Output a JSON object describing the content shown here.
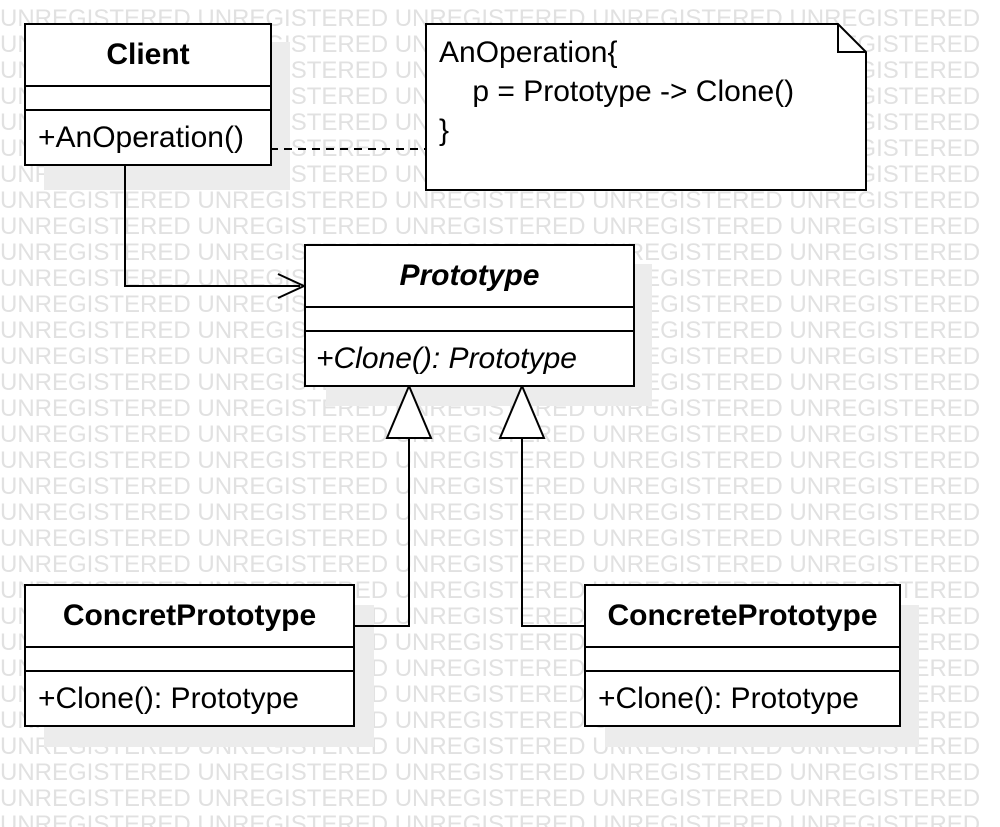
{
  "watermark": {
    "text": "UNREGISTERED UNREGISTERED UNREGISTERED UNREGISTERED UNREGISTERED"
  },
  "classes": {
    "client": {
      "name": "Client",
      "operation": "+AnOperation()"
    },
    "prototype": {
      "name": "Prototype",
      "operation": "+Clone(): Prototype",
      "abstract": true
    },
    "concret_prototype": {
      "name": "ConcretPrototype",
      "operation": "+Clone(): Prototype"
    },
    "concrete_prototype": {
      "name": "ConcretePrototype",
      "operation": "+Clone(): Prototype"
    }
  },
  "note": {
    "line1": "AnOperation{",
    "line2": "    p = Prototype -> Clone()",
    "line3": "}"
  },
  "relationships": [
    {
      "from": "Client",
      "to": "Prototype",
      "type": "association"
    },
    {
      "from": "ConcretPrototype",
      "to": "Prototype",
      "type": "generalization"
    },
    {
      "from": "ConcretePrototype",
      "to": "Prototype",
      "type": "generalization"
    },
    {
      "from": "Client",
      "to": "note",
      "type": "note-link"
    }
  ],
  "colors": {
    "line": "#000000",
    "watermark": "#e1e1e1",
    "shadow": "#ececec"
  }
}
